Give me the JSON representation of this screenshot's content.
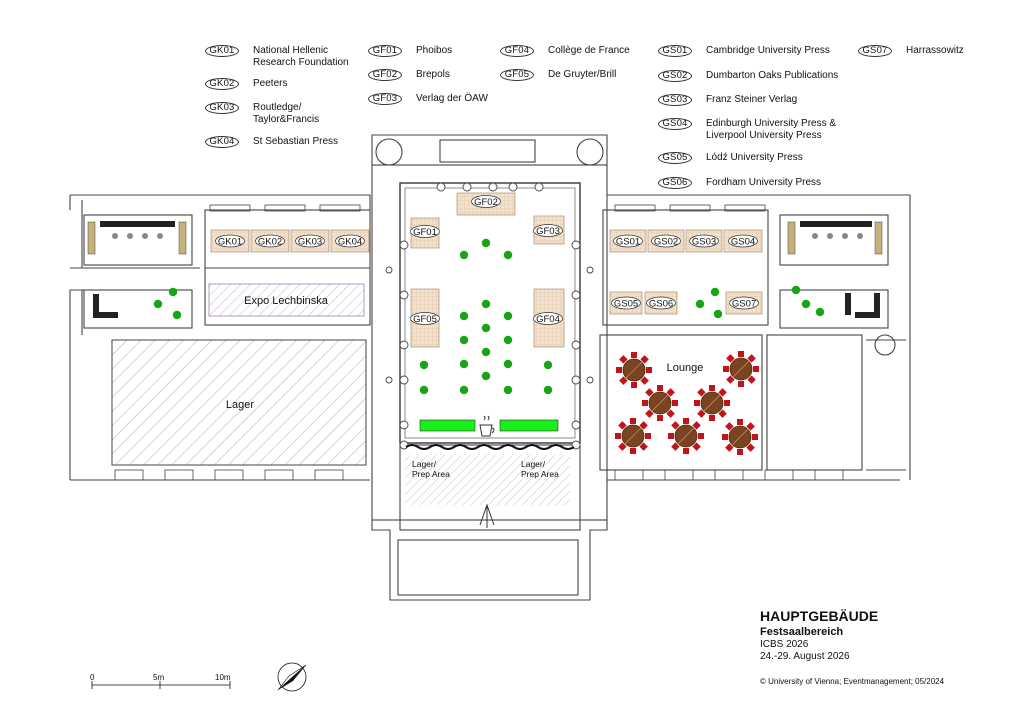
{
  "legend": {
    "col1": [
      {
        "code": "GK01",
        "name": "National Hellenic\nResearch Foundation"
      },
      {
        "code": "GK02",
        "name": "Peeters"
      },
      {
        "code": "GK03",
        "name": "Routledge/\nTaylor&Francis"
      },
      {
        "code": "GK04",
        "name": "St Sebastian Press"
      }
    ],
    "col2": [
      {
        "code": "GF01",
        "name": "Phoibos"
      },
      {
        "code": "GF02",
        "name": "Brepols"
      },
      {
        "code": "GF03",
        "name": "Verlag der ÖAW"
      }
    ],
    "col3": [
      {
        "code": "GF04",
        "name": "Collège de France"
      },
      {
        "code": "GF05",
        "name": "De Gruyter/Brill"
      }
    ],
    "col4": [
      {
        "code": "GS01",
        "name": "Cambridge University Press"
      },
      {
        "code": "GS02",
        "name": "Dumbarton Oaks Publications"
      },
      {
        "code": "GS03",
        "name": "Franz Steiner Verlag"
      },
      {
        "code": "GS04",
        "name": "Edinburgh University Press &\nLiverpool University Press"
      },
      {
        "code": "GS05",
        "name": "Lódź University Press"
      },
      {
        "code": "GS06",
        "name": "Fordham University Press"
      }
    ],
    "col5": [
      {
        "code": "GS07",
        "name": "Harrassowitz"
      }
    ]
  },
  "rooms": {
    "expo": "Expo Lechbinska",
    "lager": "Lager",
    "lounge": "Lounge",
    "prep_left": "Lager/\nPrep Area",
    "prep_right": "Lager/\nPrep Area"
  },
  "booths": [
    "GK01",
    "GK02",
    "GK03",
    "GK04",
    "GF01",
    "GF02",
    "GF03",
    "GF04",
    "GF05",
    "GS01",
    "GS02",
    "GS03",
    "GS04",
    "GS05",
    "GS06",
    "GS07"
  ],
  "title_block": {
    "building": "HAUPTGEBÄUDE",
    "area": "Festsaalbereich",
    "event": "ICBS 2026",
    "dates": "24.-29. August 2026",
    "copyright": "© University of Vienna; Eventmanagement; 05/2024"
  },
  "scale": {
    "labels": [
      "0",
      "5m",
      "10m"
    ]
  },
  "colors": {
    "booth": "#f1e0cc",
    "seat": "#16a516",
    "catering": "#18ee18",
    "table": "#7a4422",
    "chair": "#c0141a",
    "hatch": "#999999",
    "expo_hatch": "#b9a3cc",
    "line": "#444444",
    "counter": "#c8b07a"
  }
}
